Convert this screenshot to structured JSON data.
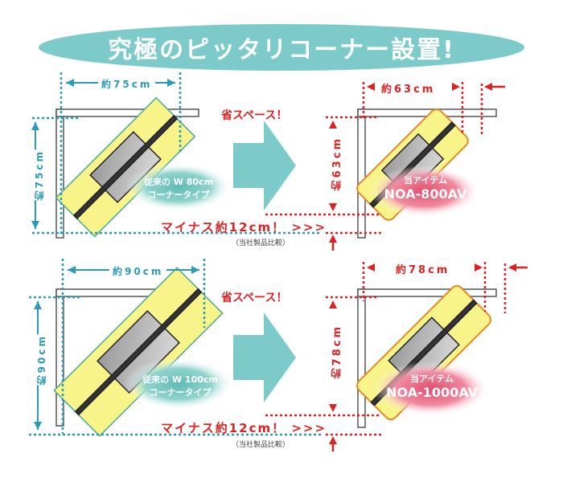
{
  "banner": {
    "title": "究極のピッタリコーナー設置!"
  },
  "colors": {
    "teal": "#7ccaca",
    "dim_blue": "#2b9ab8",
    "red": "#dd2222",
    "yellow": "#f8f48a",
    "pink": "#e8607f"
  },
  "comparisons": [
    {
      "conventional": {
        "width": "約75cm",
        "height": "約75cm",
        "label_line1": "従来の W 80cm",
        "label_line2": "コーナータイプ"
      },
      "save_label": "省スペース！",
      "product": {
        "width": "約63cm",
        "height": "約63cm",
        "tag": "当アイテム",
        "model": "NOA-800AV"
      },
      "difference": "マイナス約12cm！ >>>",
      "note": "（当社製品比較）"
    },
    {
      "conventional": {
        "width": "約90cm",
        "height": "約90cm",
        "label_line1": "従来の W 100cm",
        "label_line2": "コーナータイプ"
      },
      "save_label": "省スペース！",
      "product": {
        "width": "約78cm",
        "height": "約78cm",
        "tag": "当アイテム",
        "model": "NOA-1000AV"
      },
      "difference": "マイナス約12cm！ >>>",
      "note": "（当社製品比較）"
    }
  ]
}
